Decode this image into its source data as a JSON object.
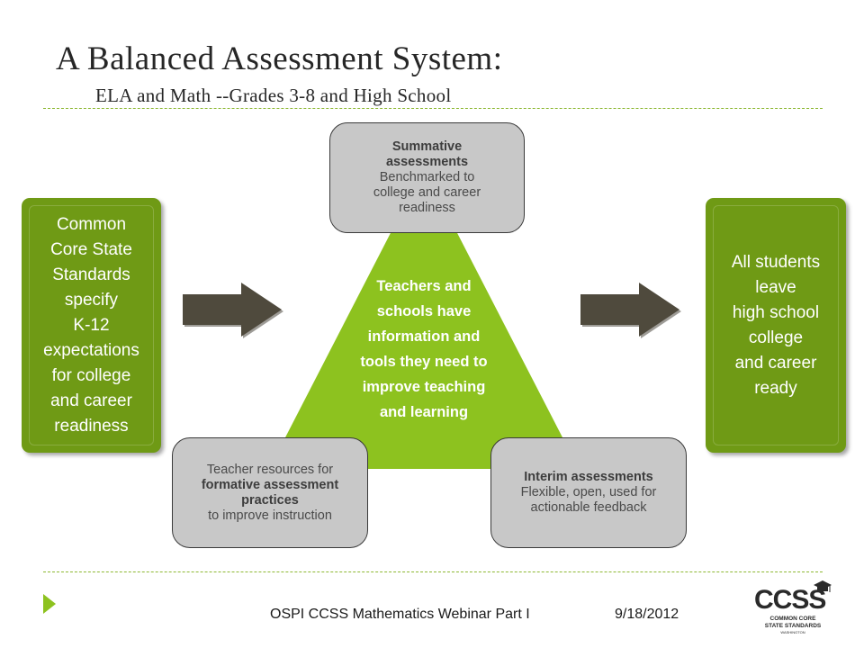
{
  "header": {
    "title": "A Balanced Assessment System:",
    "subtitle": "ELA and Math --Grades 3-8 and High School"
  },
  "left_box": {
    "lines": [
      "Common",
      "Core State",
      "Standards",
      "specify",
      "K-12",
      "expectations",
      "for college",
      "and career",
      "readiness"
    ]
  },
  "right_box": {
    "lines": [
      "All students",
      "leave",
      "high school",
      "college",
      "and career",
      "ready"
    ]
  },
  "center": {
    "lines": [
      "Teachers and",
      "schools have",
      "information and",
      "tools they need to",
      "improve teaching",
      "and learning"
    ]
  },
  "summative": {
    "title_lines": [
      "Summative",
      "assessments"
    ],
    "body_lines": [
      "Benchmarked to",
      "college and career",
      "readiness"
    ]
  },
  "resources": {
    "pre_lines": [
      "Teacher resources for"
    ],
    "bold_lines": [
      "formative assessment",
      "practices"
    ],
    "post_lines": [
      "to improve instruction"
    ]
  },
  "interim": {
    "title_lines": [
      "Interim assessments"
    ],
    "body_lines": [
      "Flexible, open, used for",
      "actionable feedback"
    ]
  },
  "footer": {
    "text": "OSPI CCSS Mathematics Webinar Part I",
    "date": "9/18/2012"
  },
  "logo": {
    "wordmark": "CCSS",
    "caption_lines": [
      "COMMON CORE",
      "STATE STANDARDS"
    ],
    "sub": "WASHINGTON"
  },
  "colors": {
    "box_green": "#6f9a15",
    "triangle_green": "#8dc21f",
    "arrow_grey": "#4f4a3d",
    "callout_grey": "#c8c8c8",
    "rule_green": "#8db833"
  }
}
